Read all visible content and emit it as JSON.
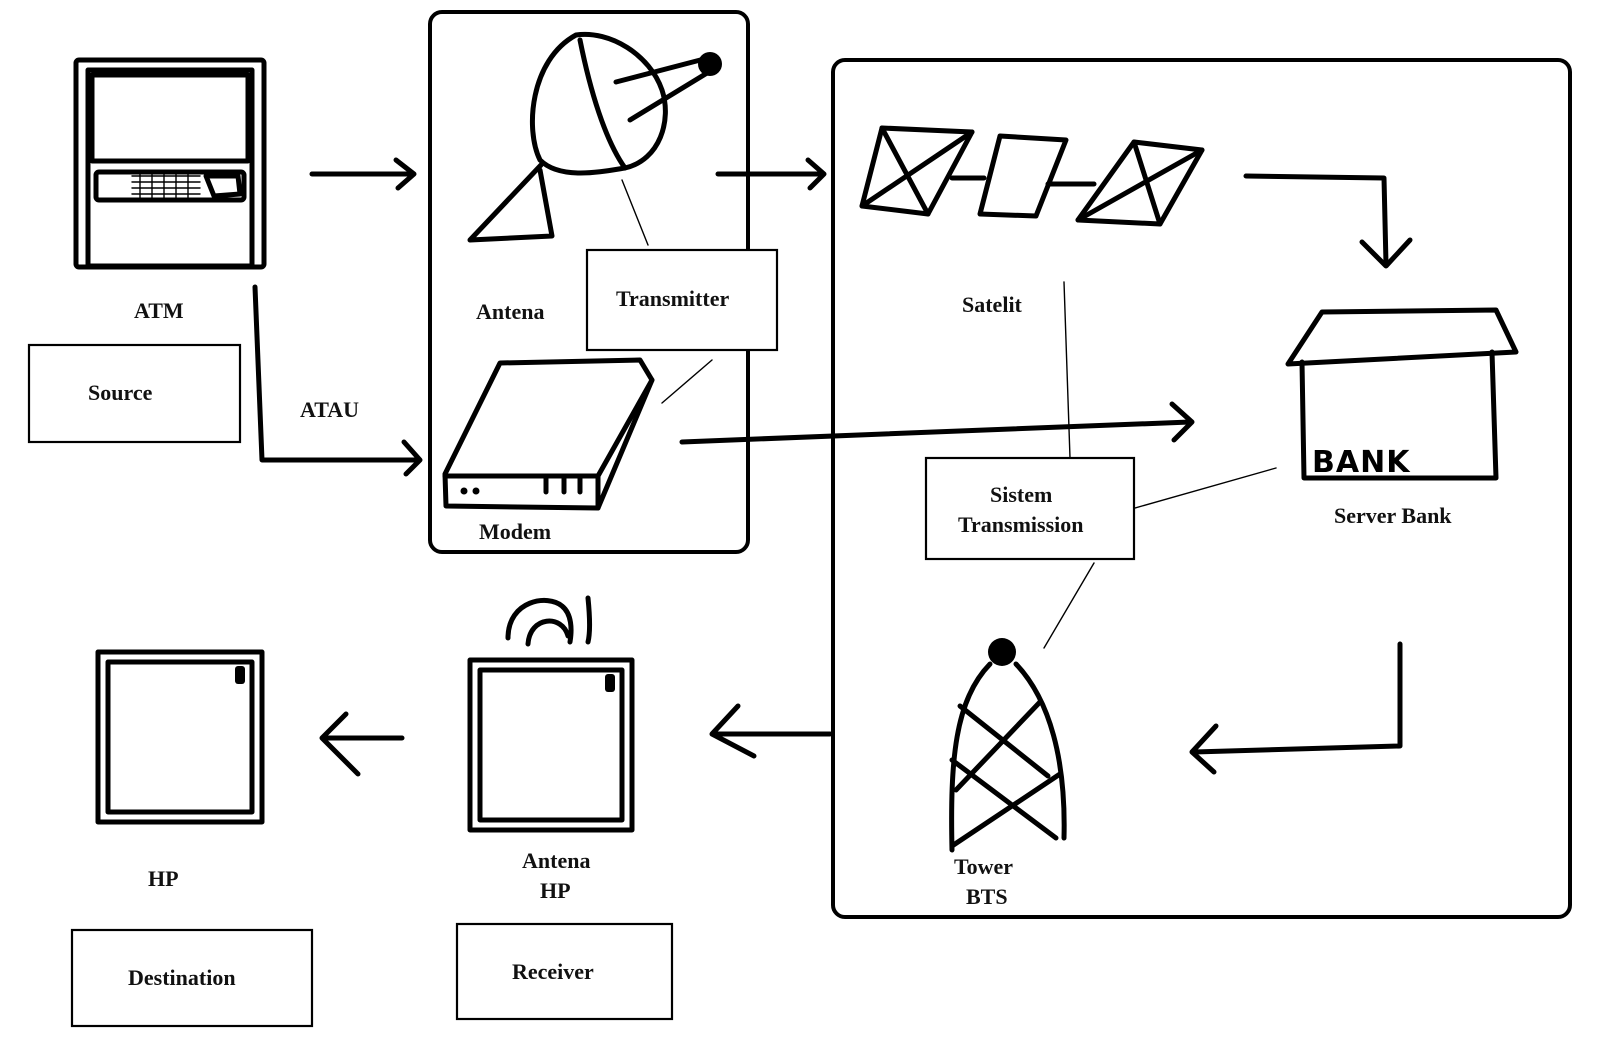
{
  "diagram": {
    "nodes": {
      "atm": "ATM",
      "antena": "Antena",
      "modem": "Modem",
      "satelit": "Satelit",
      "server_bank": "Server Bank",
      "bank_sign": "BANK",
      "tower_line1": "Tower",
      "tower_line2": "BTS",
      "antena_hp_line1": "Antena",
      "antena_hp_line2": "HP",
      "hp": "HP"
    },
    "boxes": {
      "source": "Source",
      "transmitter": "Transmitter",
      "sistem_line1": "Sistem",
      "sistem_line2": "Transmission",
      "receiver": "Receiver",
      "destination": "Destination"
    },
    "connector_label": "ATAU"
  }
}
